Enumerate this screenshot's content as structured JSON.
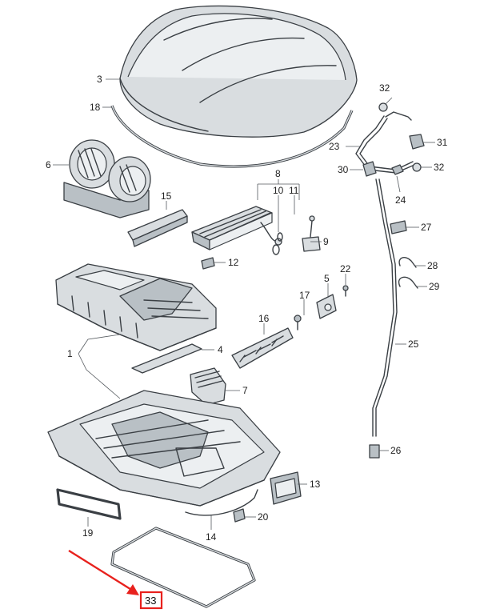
{
  "highlight_color": "#e8211d",
  "callouts": {
    "c1": "1",
    "c3": "3",
    "c4": "4",
    "c5": "5",
    "c6": "6",
    "c7": "7",
    "c8": "8",
    "c9": "9",
    "c10": "10",
    "c11": "11",
    "c12": "12",
    "c13": "13",
    "c14": "14",
    "c15": "15",
    "c16": "16",
    "c17": "17",
    "c18": "18",
    "c19": "19",
    "c20": "20",
    "c22": "22",
    "c23": "23",
    "c24": "24",
    "c25": "25",
    "c26": "26",
    "c27": "27",
    "c28": "28",
    "c29": "29",
    "c30": "30",
    "c31": "31",
    "c32a": "32",
    "c32b": "32",
    "c33": "33"
  }
}
